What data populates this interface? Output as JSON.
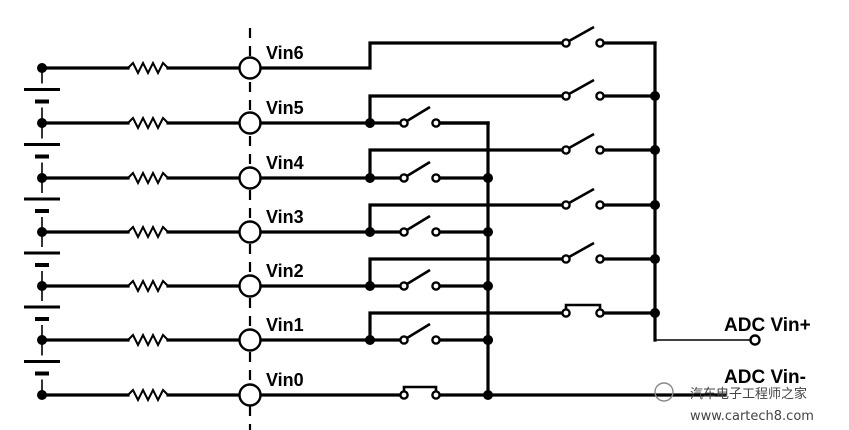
{
  "channels": [
    "Vin6",
    "Vin5",
    "Vin4",
    "Vin3",
    "Vin2",
    "Vin1",
    "Vin0"
  ],
  "outputs": {
    "plus": "ADC Vin+",
    "minus": "ADC Vin-"
  },
  "watermark": {
    "brand": "汽车电子工程师之家",
    "url": "www.cartech8.com"
  }
}
